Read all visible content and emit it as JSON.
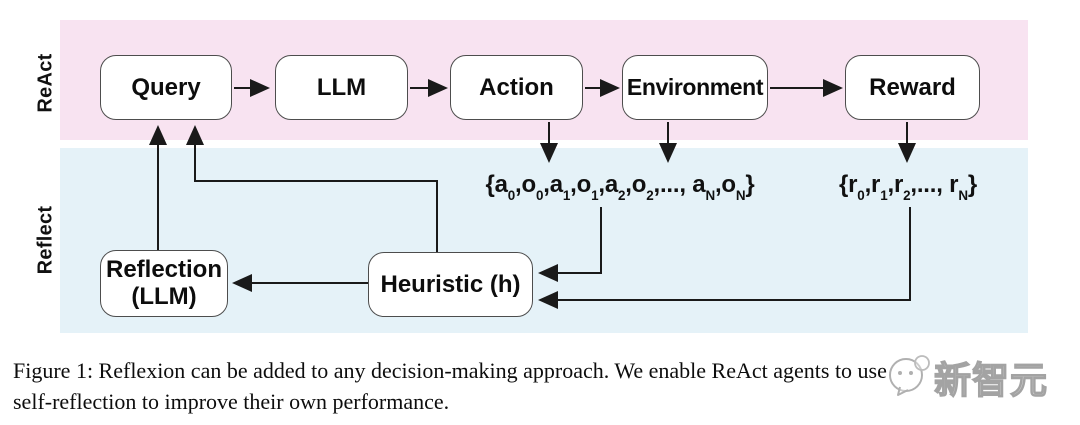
{
  "colors": {
    "react_band": "#f8e3f1",
    "reflect_band": "#e5f2f8",
    "box_fill": "#ffffff",
    "box_border": "#4d4d4d",
    "arrow": "#1a1a1a",
    "text": "#0d0d0d",
    "watermark": "#9a9a9a"
  },
  "diagram": {
    "react_band_label": "ReAct",
    "reflect_band_label": "Reflect",
    "top_boxes": [
      {
        "label": "Query"
      },
      {
        "label": "LLM"
      },
      {
        "label": "Action"
      },
      {
        "label": "Environment"
      },
      {
        "label": "Reward"
      }
    ],
    "trajectory_label": "{a~0~,o~0~,a~1~,o~1~,a~2~,o~2~,..., a~N~,o~N~}",
    "rewards_label": "{r~0~,r~1~,r~2~,..., r~N~}",
    "reflection_box": {
      "line1": "Reflection",
      "line2": "(LLM)"
    },
    "heuristic_box": {
      "label": "Heuristic (h)"
    }
  },
  "caption": {
    "line1": "Figure 1: Reflexion can be added to any decision-making approach. We enable ReAct agents to use",
    "line2": "self-reflection to improve their own performance."
  },
  "watermark": {
    "text": "新智元"
  }
}
